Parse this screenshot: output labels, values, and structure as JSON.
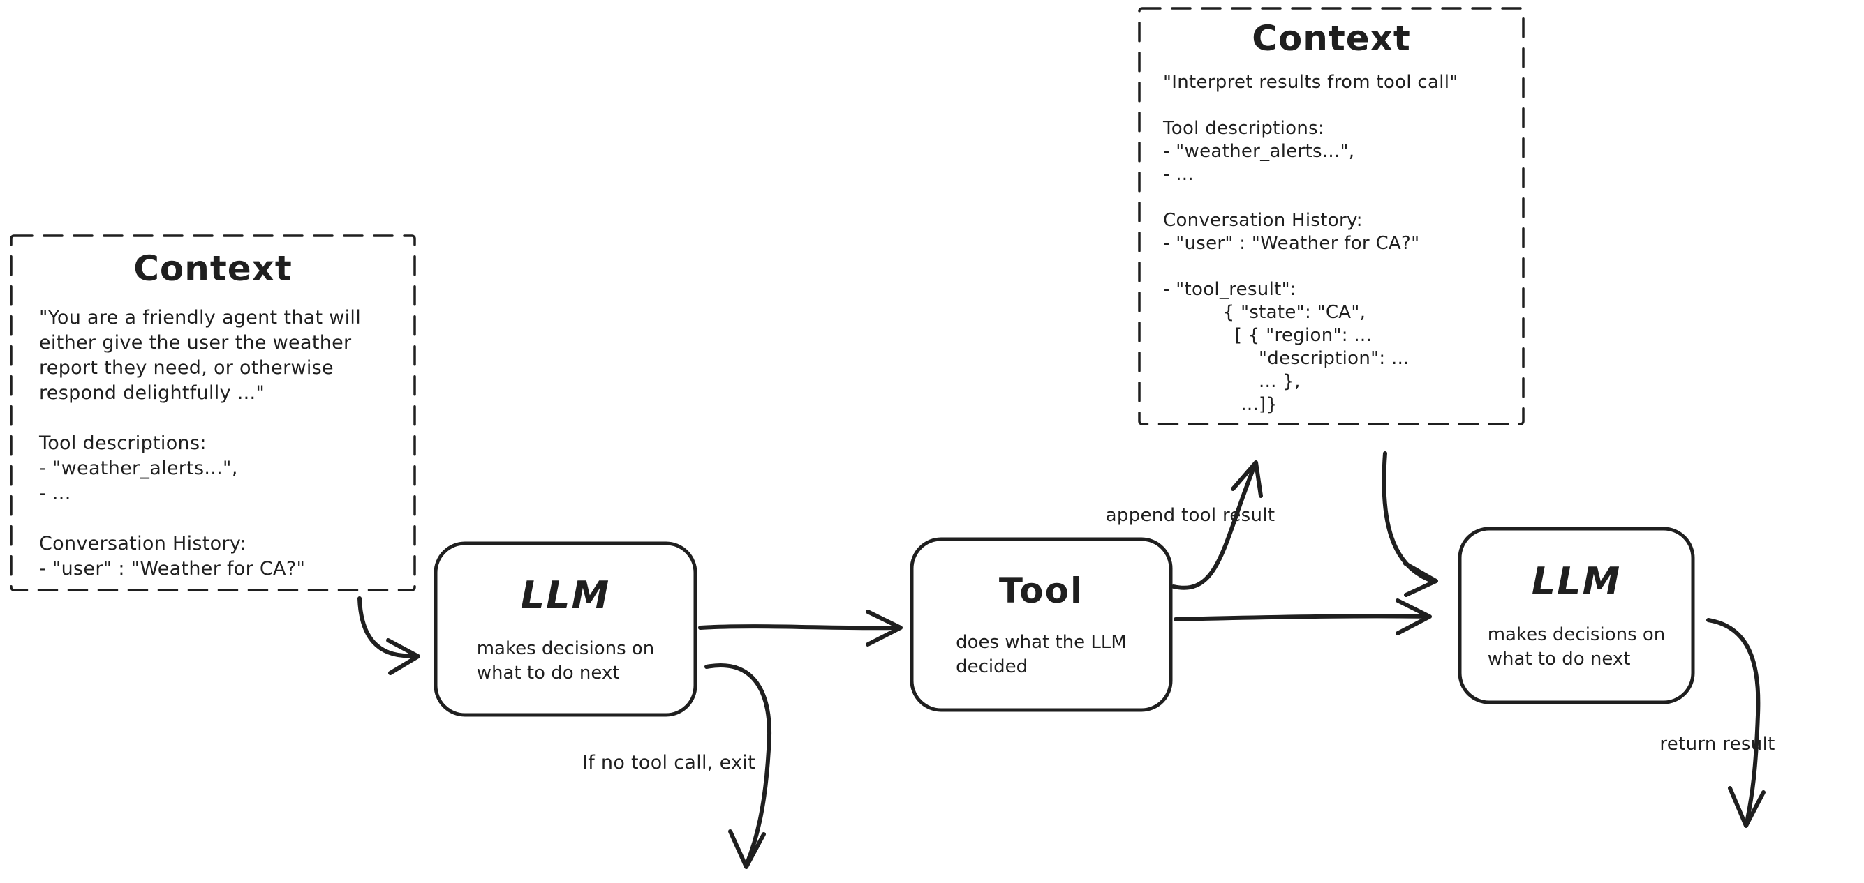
{
  "colors": {
    "stroke": "#1f1f1f",
    "background": "#ffffff"
  },
  "context_left": {
    "title": "Context",
    "body": "\"You are a friendly agent that will\neither give the user the weather\nreport they need, or otherwise\nrespond delightfully ...\"\n\nTool descriptions:\n- \"weather_alerts...\",\n- ...\n\nConversation History:\n- \"user\" : \"Weather for CA?\""
  },
  "context_top": {
    "title": "Context",
    "body": "\"Interpret results from tool call\"\n\nTool descriptions:\n- \"weather_alerts...\",\n- ...\n\nConversation History:\n- \"user\" : \"Weather for CA?\"\n\n- \"tool_result\":\n          { \"state\": \"CA\",\n            [ { \"region\": ...\n                \"description\": ...\n                ... },\n             ...]}"
  },
  "llm_1": {
    "title": "LLM",
    "subtitle": "makes decisions on\nwhat to do next"
  },
  "tool": {
    "title": "Tool",
    "subtitle": "does what the LLM\ndecided"
  },
  "llm_2": {
    "title": "LLM",
    "subtitle": "makes decisions on\nwhat to do next"
  },
  "labels": {
    "append_tool_result": "append tool result",
    "no_tool_call_exit": "If no tool call, exit",
    "return_result": "return result"
  }
}
